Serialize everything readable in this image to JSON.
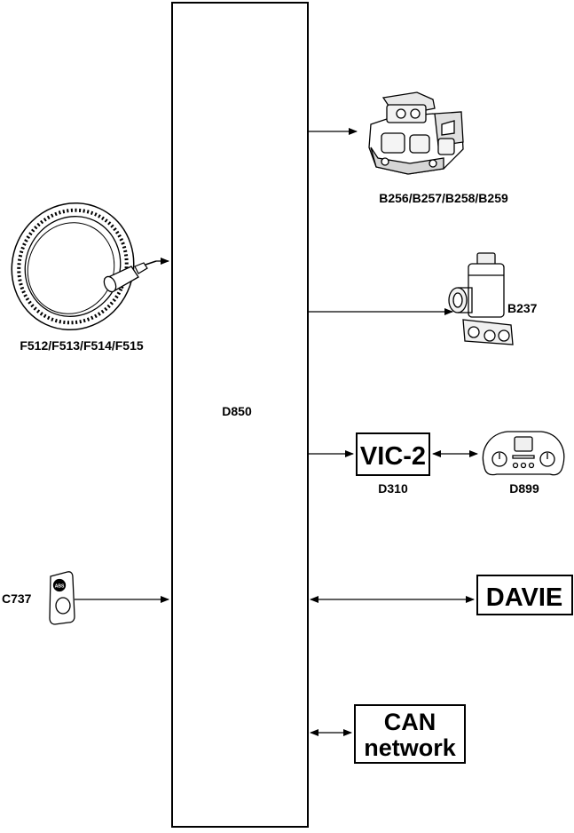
{
  "ecu": {
    "label": "D850"
  },
  "components": {
    "modulators": {
      "label": "B256/B257/B258/B259"
    },
    "valve": {
      "label": "B237"
    },
    "vic": {
      "box_text": "VIC-2",
      "label": "D310"
    },
    "dashboard": {
      "label": "D899"
    },
    "davie": {
      "box_text": "DAVIE"
    },
    "can": {
      "line1": "CAN",
      "line2": "network"
    },
    "sensors": {
      "label": "F512/F513/F514/F515"
    },
    "switch": {
      "label": "C737",
      "icon_text": "ABS"
    }
  }
}
